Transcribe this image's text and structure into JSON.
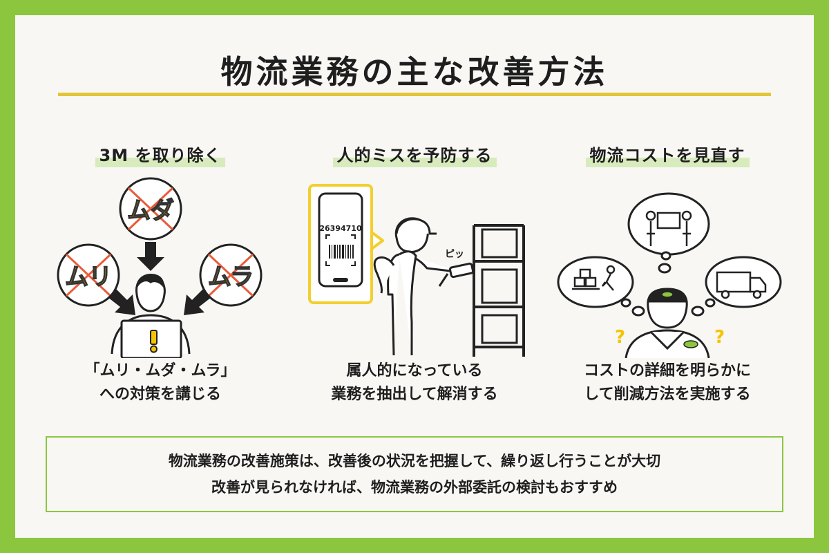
{
  "title": "物流業務の主な改善方法",
  "columns": [
    {
      "heading": "3M を取り除く",
      "bubbles": {
        "muda": "ムダ",
        "muri": "ムリ",
        "mura": "ムラ"
      },
      "caption_lines": [
        "「ムリ・ムダ・ムラ」",
        "への対策を講じる"
      ]
    },
    {
      "heading": "人的ミスを予防する",
      "barcode_number": "26394710",
      "scan_sound": "ピッ",
      "caption_lines": [
        "属人的になっている",
        "業務を抽出して解消する"
      ]
    },
    {
      "heading": "物流コストを見直す",
      "question_mark": "?",
      "caption_lines": [
        "コストの詳細を明らかに",
        "して削減方法を実施する"
      ]
    }
  ],
  "summary": {
    "line1": "物流業務の改善施策は、改善後の状況を把握して、繰り返し行うことが大切",
    "line2": "改善が見られなければ、物流業務の外部委託の検討もおすすめ"
  },
  "colors": {
    "frame_green": "#8cc63f",
    "title_rule_yellow": "#e3c53a",
    "heading_highlight": "#d8ebbd",
    "bubble_text_yellow": "#f5c400",
    "cross_red": "#e85c3a",
    "phone_frame_yellow": "#f2cf2e"
  },
  "icons": [
    "arrow-down-icon",
    "person-laptop-icon",
    "exclamation-icon",
    "cross-mark-icon",
    "smartphone-icon",
    "barcode-icon",
    "worker-scanner-icon",
    "shelf-box-icon",
    "thought-bubble-icon",
    "truck-icon",
    "carry-box-icon",
    "forklift-boxes-icon"
  ]
}
